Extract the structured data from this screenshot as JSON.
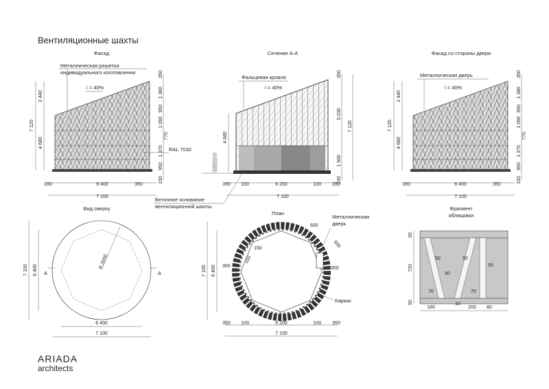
{
  "sheet": {
    "title": "Вентиляционные шахты",
    "views": {
      "facade": "Фасад",
      "section": "Сечение А-А",
      "facade_door": "Фасад со стороны двери",
      "top": "Вид сверху",
      "plan": "План",
      "fragment_l1": "Фрагмент",
      "fragment_l2": "облицовки"
    },
    "notes": {
      "grille_l1": "Металлическая решетка",
      "grille_l2": "индивидуального изготовления",
      "slope": "i = 40%",
      "seam_roof": "Фальцевая кровля",
      "metal_door": "Металлическая дверь",
      "ral": "RAL 7032",
      "base_l1": "Бетонное основание",
      "base_l2": "вентиляционной шахты",
      "plan_door_l1": "Металлическая",
      "plan_door_l2": "дверь",
      "frame": "Каркас",
      "axis_a": "А"
    },
    "dims": {
      "h_total": "7 120",
      "h_main": "4 680",
      "h_2440": "2 440",
      "r_350": "350",
      "r_1380": "1 380",
      "r_950": "950",
      "r_1090": "1 090",
      "r_770": "770",
      "r_1370": "1 370",
      "r_150": "150",
      "r_5030": "5 030",
      "r_1900": "1 900",
      "r_190": "190",
      "w_350": "350",
      "w_6400": "6 400",
      "w_7100": "7 100",
      "w_100": "100",
      "w_6200": "6 200",
      "radius": "R 3550",
      "p_600": "600",
      "p_500": "500",
      "p_150": "150",
      "p_300": "300",
      "f_50": "50",
      "f_720": "720",
      "f_70": "70",
      "f_180": "180",
      "f_10": "10",
      "f_200": "200",
      "f_80": "80"
    },
    "brand": {
      "name": "ARIADA",
      "sub": "architects"
    }
  }
}
